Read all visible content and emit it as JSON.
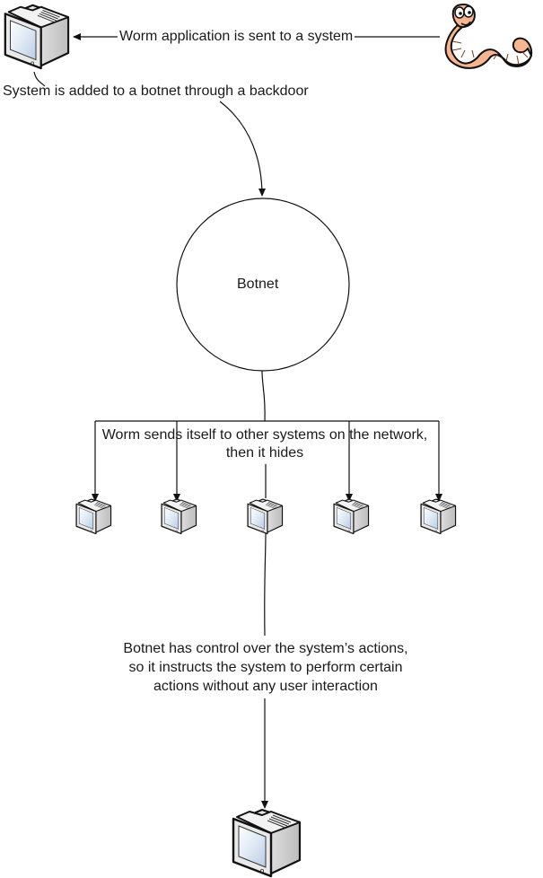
{
  "diagram": {
    "title": "Worm botnet infection flow",
    "nodes": {
      "source_system": {
        "label": "",
        "icon": "computer-monitor-icon"
      },
      "worm": {
        "label": "",
        "icon": "cartoon-worm-icon",
        "color": "#f5b18f"
      },
      "botnet": {
        "label": "Botnet"
      },
      "network_systems": [
        {
          "icon": "computer-monitor-icon"
        },
        {
          "icon": "computer-monitor-icon"
        },
        {
          "icon": "computer-monitor-icon"
        },
        {
          "icon": "computer-monitor-icon"
        },
        {
          "icon": "computer-monitor-icon"
        }
      ],
      "target_system": {
        "icon": "computer-monitor-icon"
      }
    },
    "edges": {
      "worm_to_system": "Worm application is sent to a system",
      "system_to_botnet": "System is added to a botnet through a backdoor",
      "botnet_to_network": "Worm sends itself to other systems on the network,\nthen it hides",
      "system_to_target": "Botnet has control over the system’s actions,\nso it instructs the system to perform certain\nactions without any user interaction"
    }
  }
}
